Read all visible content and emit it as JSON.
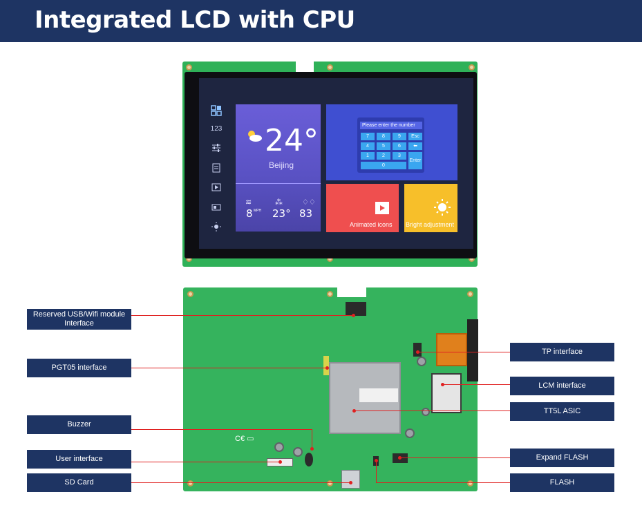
{
  "header": {
    "title": "Integrated LCD with CPU"
  },
  "screen": {
    "weather": {
      "temperature": "24°",
      "city": "Beijing",
      "wind": "8",
      "wind_unit": "MPH",
      "temp_low": "23°",
      "humidity": "83"
    },
    "keypad": {
      "prompt": "Please enter the number",
      "keys": [
        "7",
        "8",
        "9",
        "Esc",
        "4",
        "5",
        "6",
        "⬅",
        "1",
        "2",
        "3",
        "Enter",
        "0"
      ]
    },
    "tiles": {
      "animated_label": "Animated icons",
      "bright_label": "Bright adjustment"
    },
    "side_icons": [
      "grid-icon",
      "numbers-icon",
      "sliders-icon",
      "document-icon",
      "video-icon",
      "card-icon",
      "brightness-icon"
    ]
  },
  "callouts": {
    "left": [
      "Reserved USB/Wifi module Interface",
      "PGT05 interface",
      "Buzzer",
      "User interface",
      "SD Card"
    ],
    "right": [
      "TP interface",
      "LCM interface",
      "TT5L ASIC",
      "Expand FLASH",
      "FLASH"
    ]
  },
  "colors": {
    "header_bg": "#1e3463",
    "pcb_green": "#35b35d",
    "callout_line": "#e02020"
  }
}
